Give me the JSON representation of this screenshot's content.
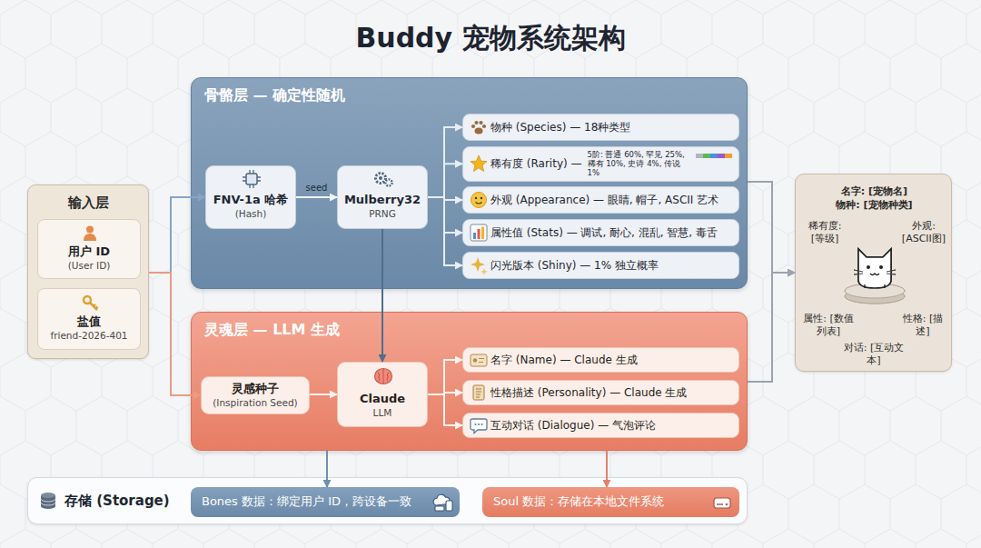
{
  "diagram": {
    "title": "Buddy 宠物系统架构",
    "nodes": [
      {
        "text": [
          "输入层"
        ]
      },
      {
        "text": [
          "用户 ID",
          "(User ID)"
        ],
        "in": 0
      },
      {
        "text": [
          "盐值",
          "friend-2026-401"
        ],
        "in": 0
      },
      {
        "text": [
          "骨骼层 — 确定性随机"
        ]
      },
      {
        "text": [
          "FNV-1a 哈希",
          "(Hash)"
        ],
        "in": 3
      },
      {
        "text": [
          "Mulberry32",
          "PRNG"
        ],
        "in": 3
      },
      {
        "text": [
          "物种 (Species) — 18种类型"
        ],
        "in": 3
      },
      {
        "text": [
          "稀有度 (Rarity) —",
          "5阶: 普通 60%, 罕见 25%, 稀有 10%, 史诗 4%, 传说 1%"
        ],
        "in": 3
      },
      {
        "text": [
          "外观 (Appearance) — 眼睛, 帽子, ASCII 艺术"
        ],
        "in": 3
      },
      {
        "text": [
          "属性值 (Stats) — 调试, 耐心, 混乱, 智慧, 毒舌"
        ],
        "in": 3
      },
      {
        "text": [
          "闪光版本 (Shiny) — 1% 独立概率"
        ],
        "in": 3
      },
      {
        "text": [
          "灵魂层 — LLM 生成"
        ]
      },
      {
        "text": [
          "灵感种子",
          "(Inspiration Seed)"
        ],
        "in": 11
      },
      {
        "text": [
          "Claude",
          "LLM"
        ],
        "in": 11
      },
      {
        "text": [
          "名字 (Name) — Claude 生成"
        ],
        "in": 11
      },
      {
        "text": [
          "性格描述 (Personality) — Claude 生成"
        ],
        "in": 11
      },
      {
        "text": [
          "互动对话 (Dialogue) — 气泡评论"
        ],
        "in": 11
      },
      {
        "text": [
          "名字: [宠物名]",
          "物种: [宠物种类]",
          "稀有度: [等级]",
          "外观: [ASCII图]",
          "属性: [数值列表]",
          "性格: [描述]",
          "对话: [互动文本]"
        ]
      },
      {
        "text": [
          "存储 (Storage)"
        ]
      },
      {
        "text": [
          "Bones 数据：绑定用户 ID，跨设备一致"
        ],
        "in": 18
      },
      {
        "text": [
          "Soul 数据：存储在本地文件系统"
        ],
        "in": 18
      }
    ],
    "edges": [
      {
        "from": 0,
        "to": 4,
        "arrow": "to"
      },
      {
        "from": 4,
        "to": 5,
        "label": "seed",
        "arrow": "to"
      },
      {
        "from": 5,
        "to": 6,
        "arrow": "to"
      },
      {
        "from": 5,
        "to": 7,
        "arrow": "to"
      },
      {
        "from": 5,
        "to": 8,
        "arrow": "to"
      },
      {
        "from": 5,
        "to": 9,
        "arrow": "to"
      },
      {
        "from": 5,
        "to": 10,
        "arrow": "to"
      },
      {
        "from": 5,
        "to": 13,
        "arrow": "to"
      },
      {
        "from": 0,
        "to": 12,
        "arrow": "to"
      },
      {
        "from": 12,
        "to": 13,
        "arrow": "to"
      },
      {
        "from": 13,
        "to": 14,
        "arrow": "to"
      },
      {
        "from": 13,
        "to": 15,
        "arrow": "to"
      },
      {
        "from": 13,
        "to": 16,
        "arrow": "to"
      },
      {
        "from": 3,
        "to": 17,
        "arrow": "to"
      },
      {
        "from": 11,
        "to": 17,
        "arrow": "to"
      },
      {
        "from": 11,
        "to": 19,
        "arrow": "to"
      },
      {
        "from": 11,
        "to": 20,
        "arrow": "to"
      }
    ]
  }
}
